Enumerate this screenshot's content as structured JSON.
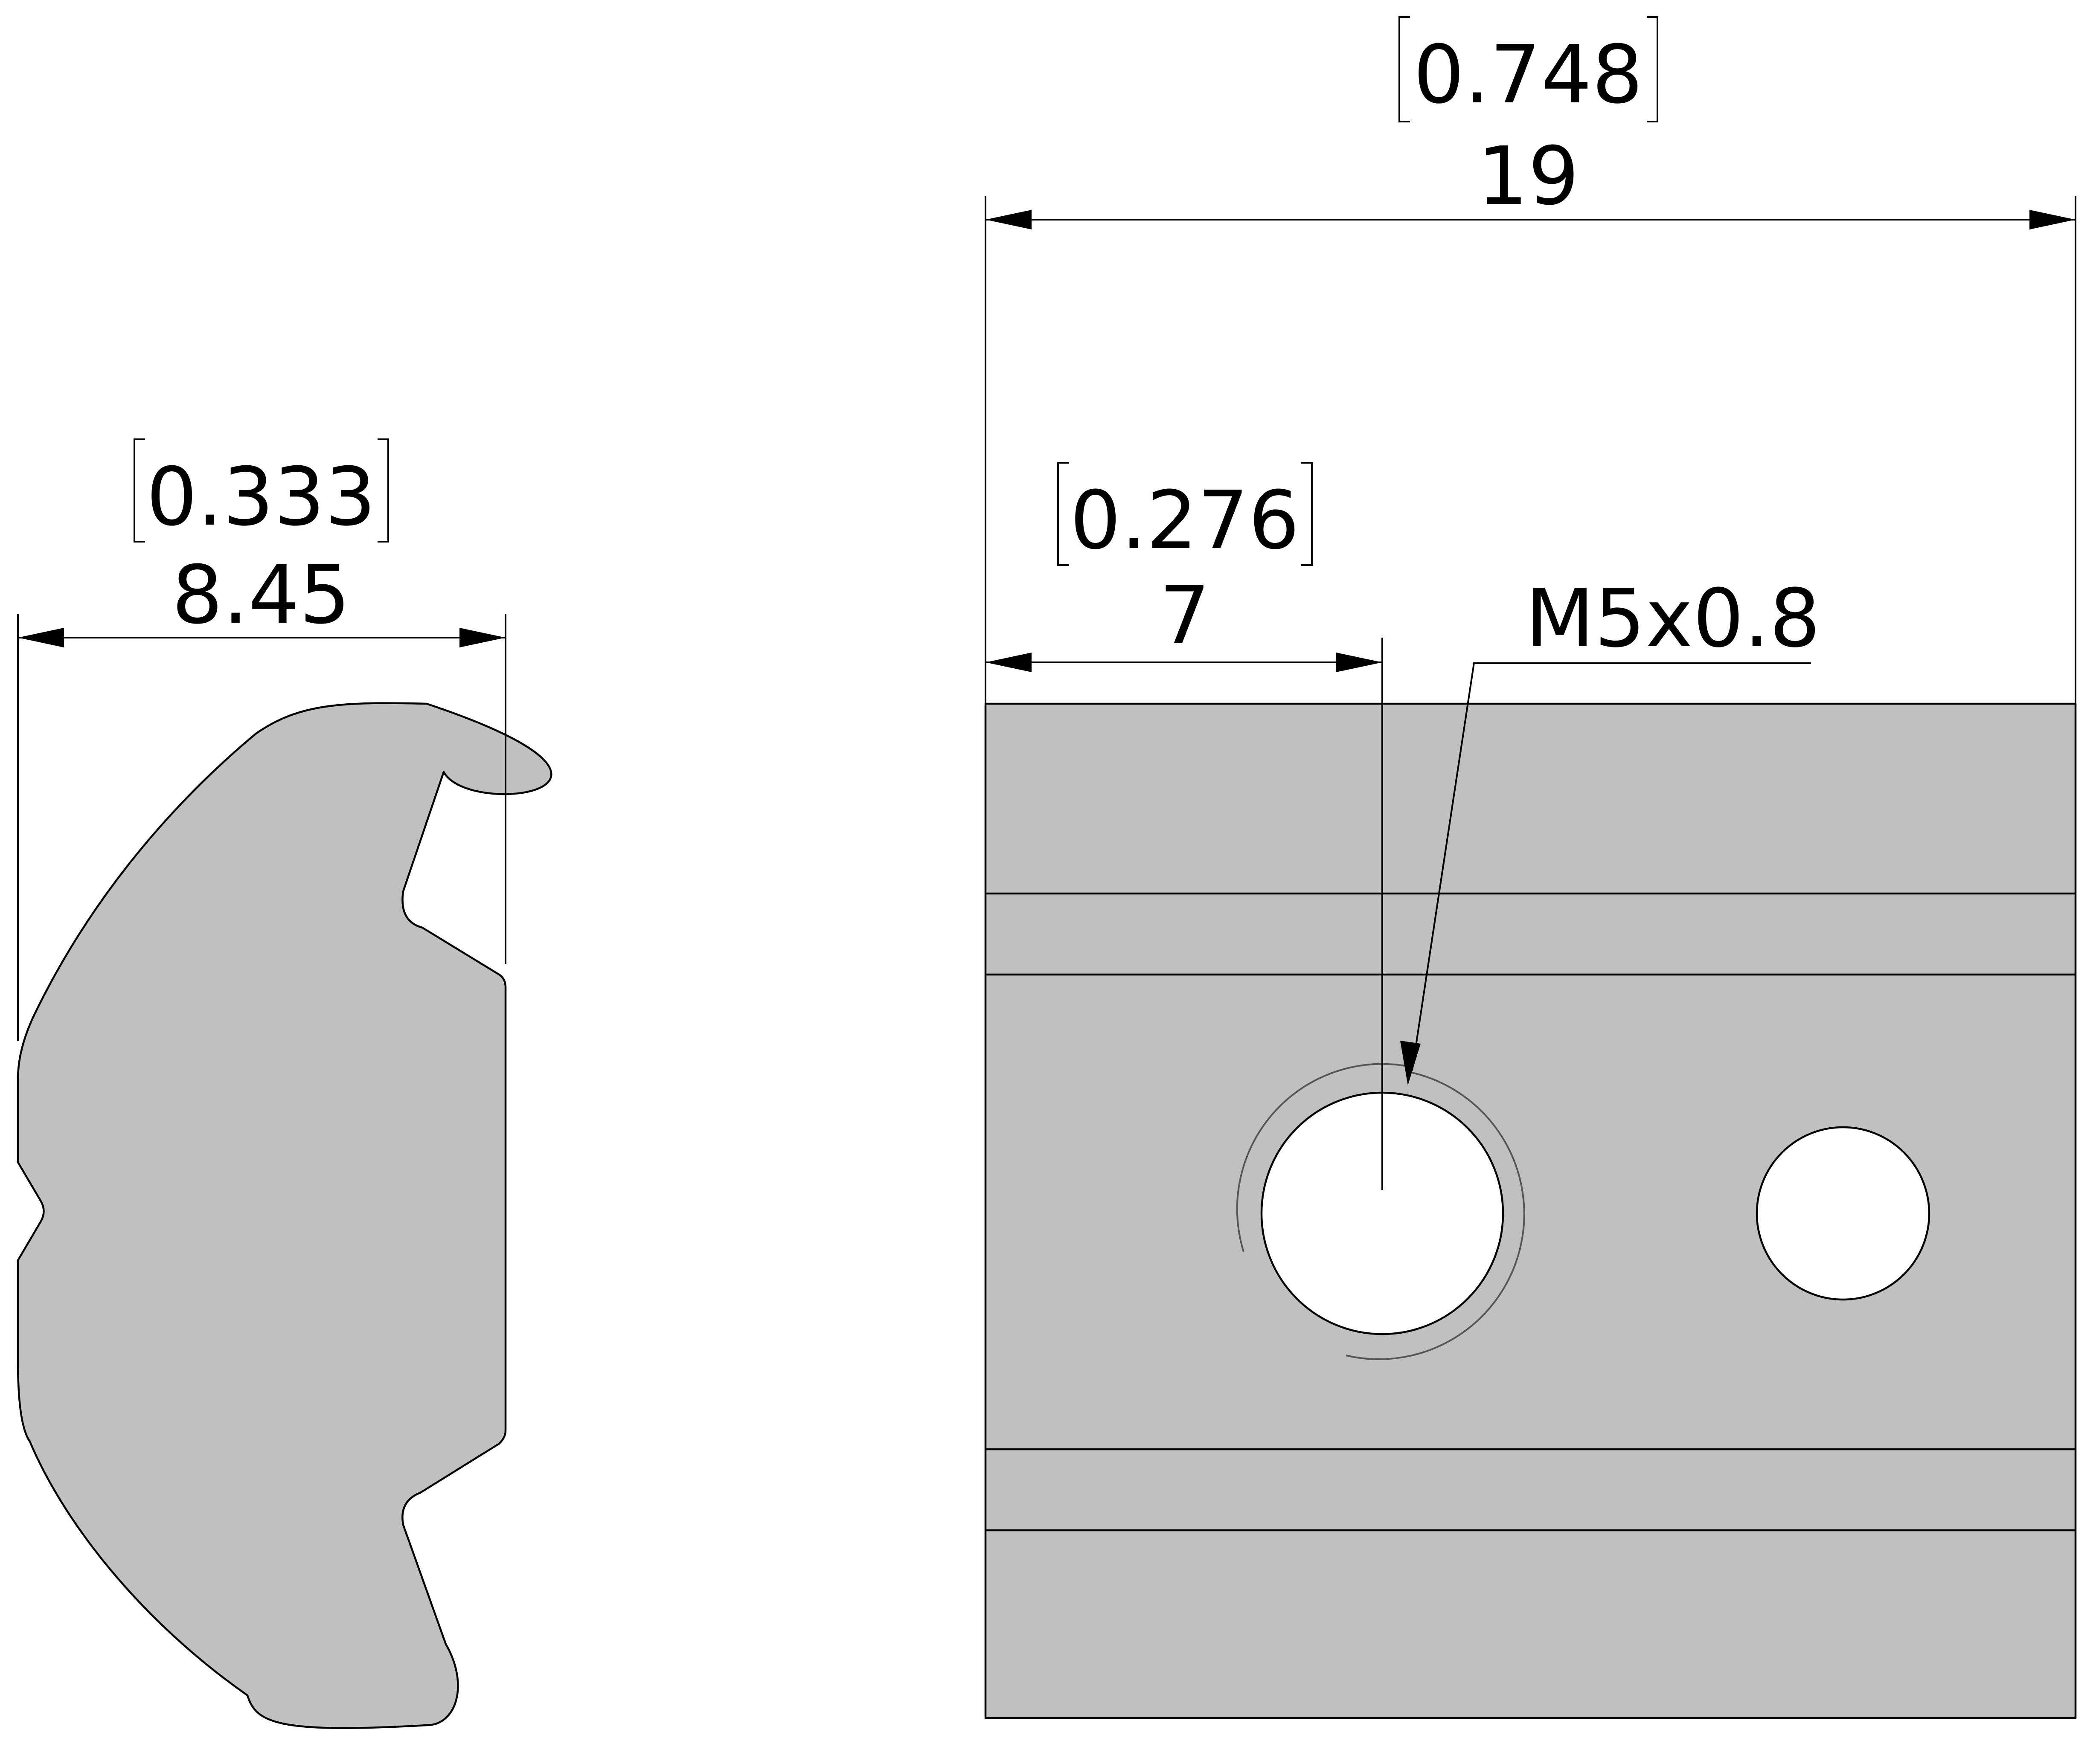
{
  "side_view": {
    "width_mm": "8.45",
    "width_in": "0.333"
  },
  "front_view": {
    "width_mm": "19",
    "width_in": "0.748",
    "hole_offset_mm": "7",
    "hole_offset_in": "0.276",
    "thread_callout": "M5x0.8"
  },
  "colors": {
    "part_fill": "#c0c0c0",
    "lines": "#000000",
    "background": "#ffffff"
  }
}
